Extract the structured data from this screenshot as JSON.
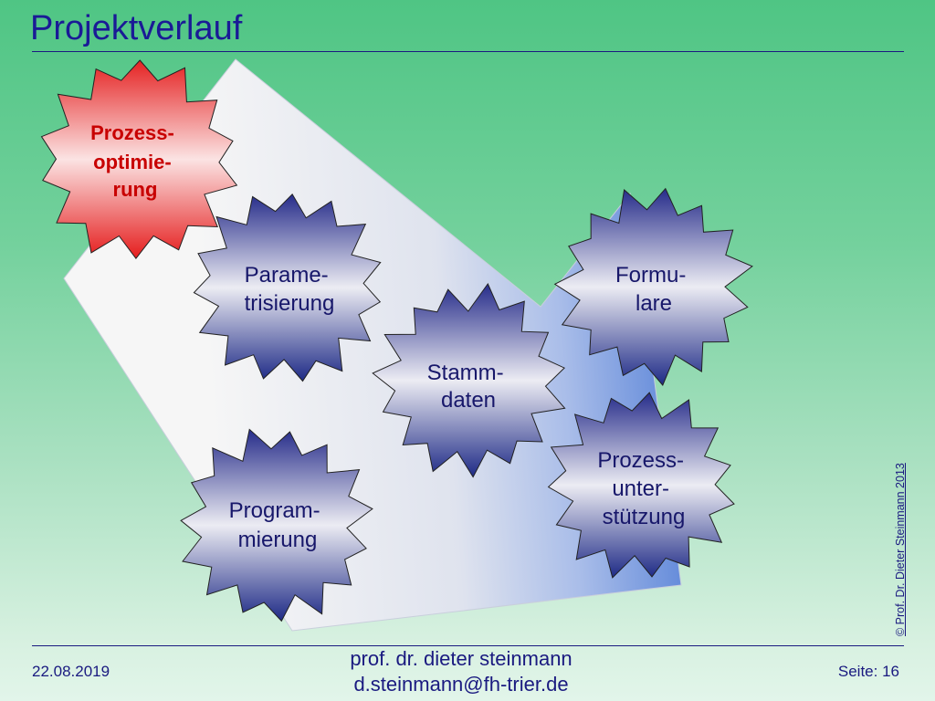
{
  "slide": {
    "title": "Projektverlauf",
    "date": "22.08.2019",
    "author_line": "prof. dr. dieter steinmann",
    "email": "d.steinmann@fh-trier.de",
    "page_label": "Seite: 16",
    "copyright": "© Prof. Dr. Dieter Steinmann 2013"
  },
  "stars": [
    {
      "lines": [
        "Prozess-",
        "optimie-",
        "rung"
      ],
      "color": "#e8281e"
    },
    {
      "lines": [
        "Parame-",
        "trisierung"
      ],
      "color": "#232b8c"
    },
    {
      "lines": [
        "Formu-",
        "lare"
      ],
      "color": "#232b8c"
    },
    {
      "lines": [
        "Stamm-",
        "daten"
      ],
      "color": "#232b8c"
    },
    {
      "lines": [
        "Prozess-",
        "unter-",
        "stützung"
      ],
      "color": "#232b8c"
    },
    {
      "lines": [
        "Program-",
        "mierung"
      ],
      "color": "#232b8c"
    }
  ],
  "colors": {
    "title": "#1a1a96",
    "background_top": "#4fc584",
    "background_bottom": "#e2f5ea",
    "beam_light": "#f6f6f6",
    "beam_dark": "#5a84d8",
    "star_red": "#e8281e",
    "star_blue": "#232b8c",
    "star_red_text": "#c80000",
    "star_blue_text": "#17176a"
  }
}
